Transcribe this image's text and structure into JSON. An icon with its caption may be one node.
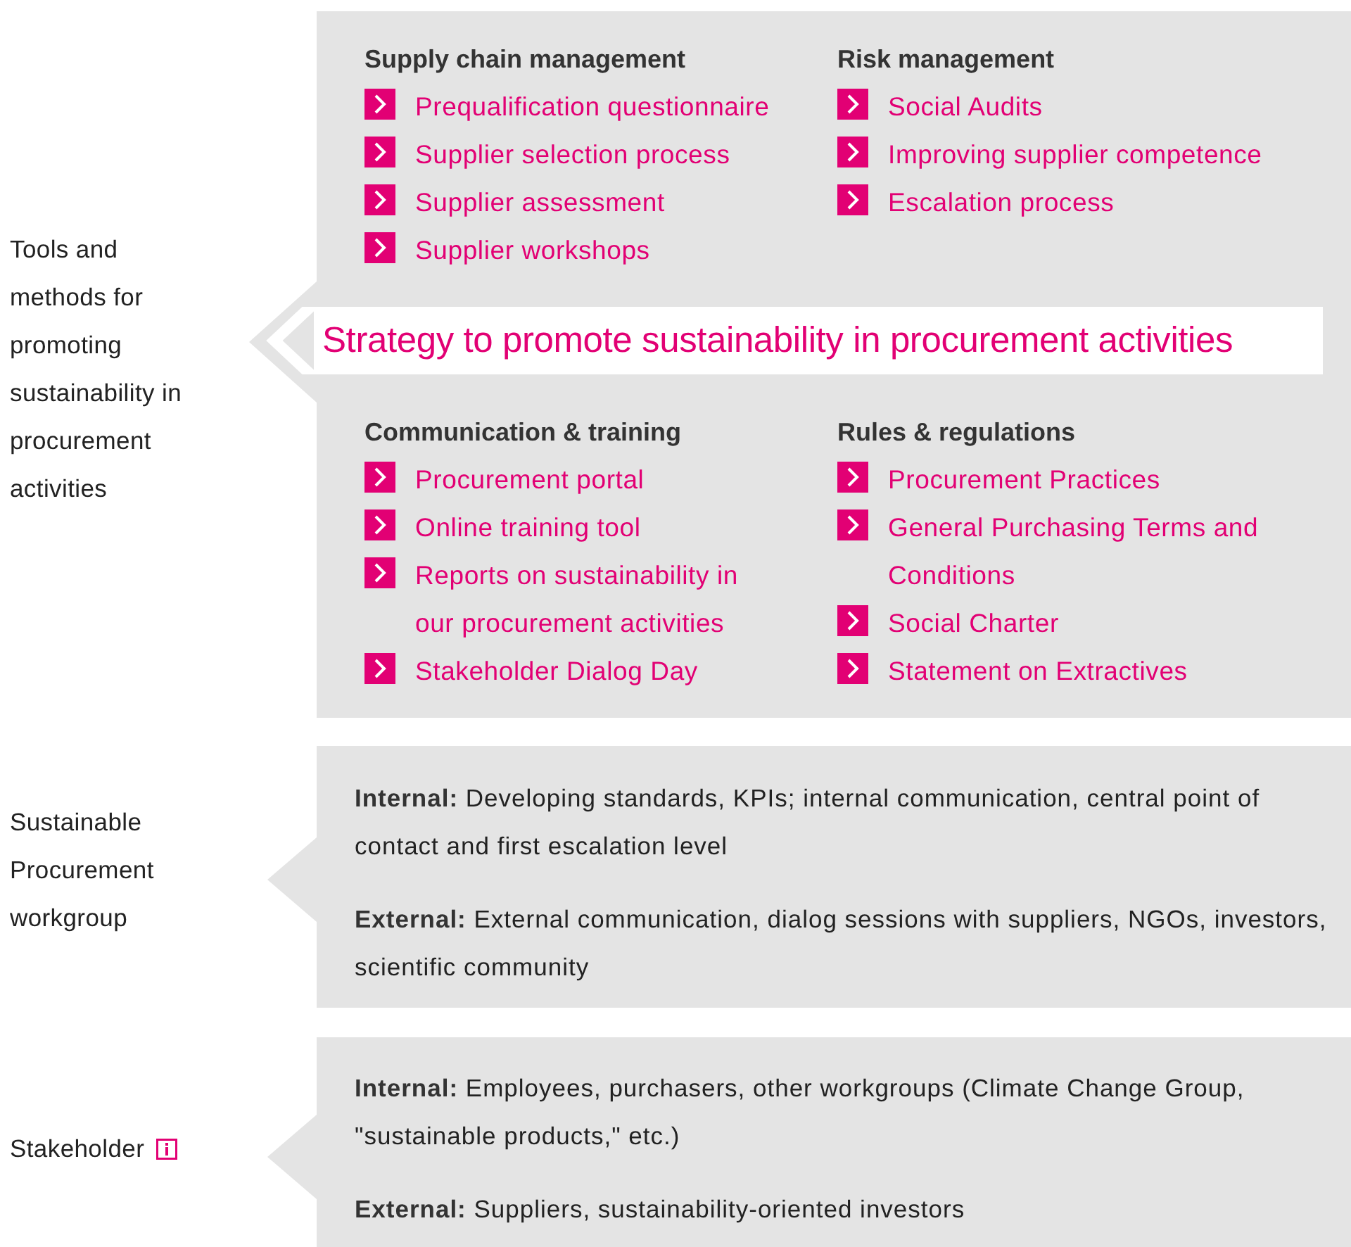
{
  "diagram": {
    "nodes": [
      {
        "text": [],
        "shape": "box"
      },
      {
        "text": [
          "Strategy to promote sustainability in procurement activities"
        ],
        "in": 0
      },
      {
        "text": [
          "**Internal:** Developing standards, KPIs; internal communication, central point of contact and first escalation level",
          "**External:** External communication, dialog sessions with suppliers, NGOs, investors, scientific community"
        ]
      },
      {
        "text": [
          "**Internal:** Employees, purchasers, other workgroups (Climate Change Group, \"sustainable products,\" etc.)",
          "**External:** Suppliers, sustainability-oriented investors"
        ]
      }
    ],
    "labels": [
      "Supply chain management",
      "Prequalification questionnaire",
      "Supplier selection process",
      "Supplier assessment",
      "Supplier workshops",
      "Risk management",
      "Social Audits",
      "Improving supplier competence",
      "Escalation process",
      "Communication & training",
      "Procurement portal",
      "Online training tool",
      "Reports on sustainability in our procurement activities",
      "Stakeholder Dialog Day",
      "Rules & regulations",
      "Procurement Practices",
      "General Purchasing Terms and Conditions",
      "Social Charter",
      "Statement on Extractives",
      "Tools and methods for promoting sustainability in procurement activities",
      "Sustainable Procurement workgroup",
      "Stakeholder"
    ]
  }
}
